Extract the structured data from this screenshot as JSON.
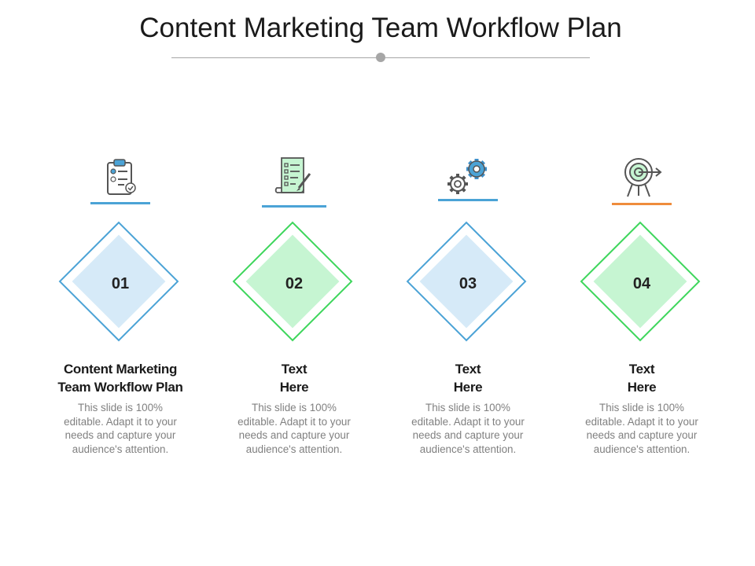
{
  "slide": {
    "title": "Content Marketing Team Workflow Plan"
  },
  "colors": {
    "blue_outline": "#4ba3d6",
    "blue_fill": "#d6eaf8",
    "green_outline": "#3ed65c",
    "green_fill": "#c6f5d2",
    "orange_accent": "#ef8c3c",
    "text_gray": "#808080"
  },
  "steps": [
    {
      "number": "01",
      "icon": "clipboard-checklist-icon",
      "heading_line1": "Content Marketing",
      "heading_line2": "Team Workflow Plan",
      "description": "This slide is 100% editable. Adapt it to your needs and capture your audience's attention."
    },
    {
      "number": "02",
      "icon": "scroll-checklist-icon",
      "heading_line1": "Text",
      "heading_line2": "Here",
      "description": "This slide is 100% editable. Adapt it to your needs and capture your audience's attention."
    },
    {
      "number": "03",
      "icon": "gears-icon",
      "heading_line1": "Text",
      "heading_line2": "Here",
      "description": "This slide is 100% editable. Adapt it to your needs and capture your audience's attention."
    },
    {
      "number": "04",
      "icon": "target-arrow-icon",
      "heading_line1": "Text",
      "heading_line2": "Here",
      "description": "This slide is 100% editable. Adapt it to your needs and capture your audience's attention."
    }
  ]
}
